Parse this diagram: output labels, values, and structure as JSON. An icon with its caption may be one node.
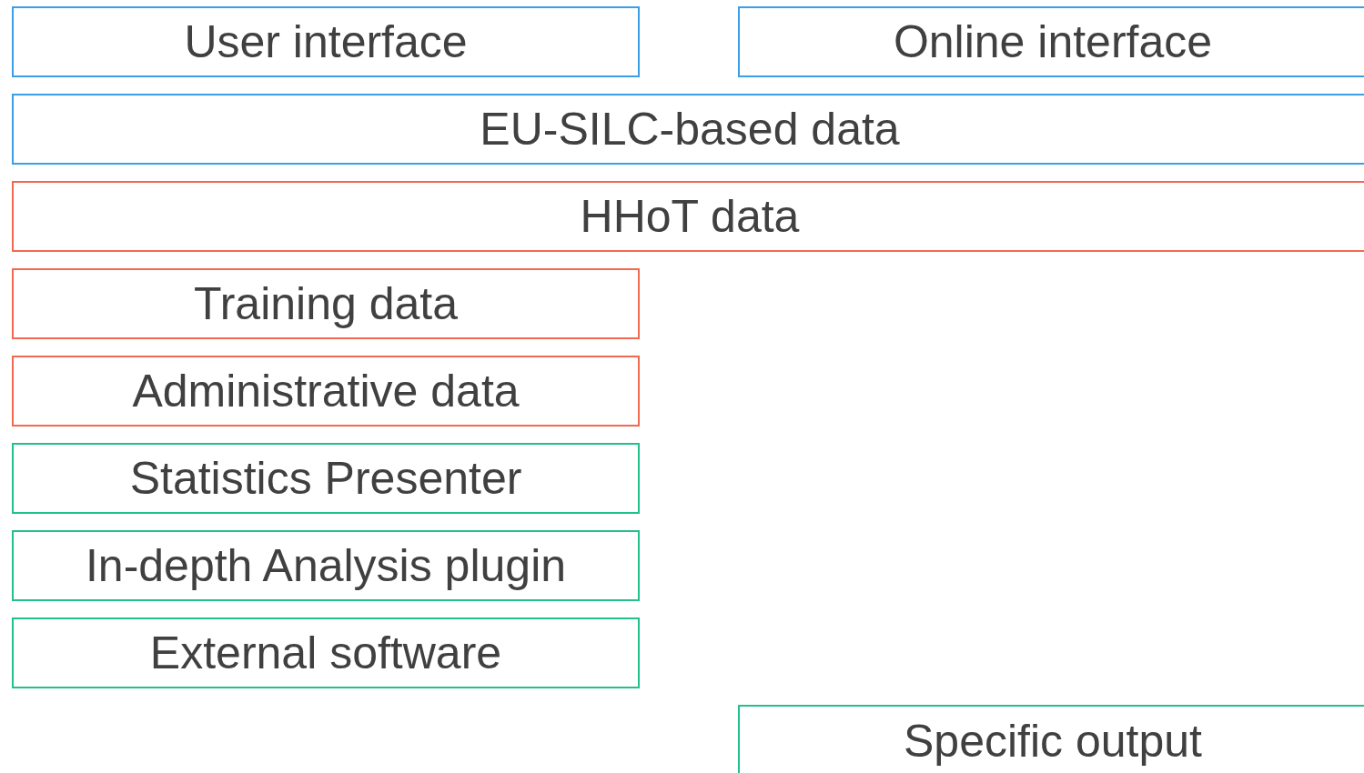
{
  "diagram": {
    "nodes": [
      {
        "text": [
          "User interface"
        ]
      },
      {
        "text": [
          "Online interface"
        ]
      },
      {
        "text": [
          "EU-SILC-based data"
        ]
      },
      {
        "text": [
          "HHoT data"
        ]
      },
      {
        "text": [
          "Training data"
        ]
      },
      {
        "text": [
          "Administrative data"
        ]
      },
      {
        "text": [
          "Statistics Presenter"
        ]
      },
      {
        "text": [
          "In-depth Analysis plugin"
        ]
      },
      {
        "text": [
          "External software"
        ]
      },
      {
        "text": [
          "Specific output"
        ]
      }
    ]
  }
}
